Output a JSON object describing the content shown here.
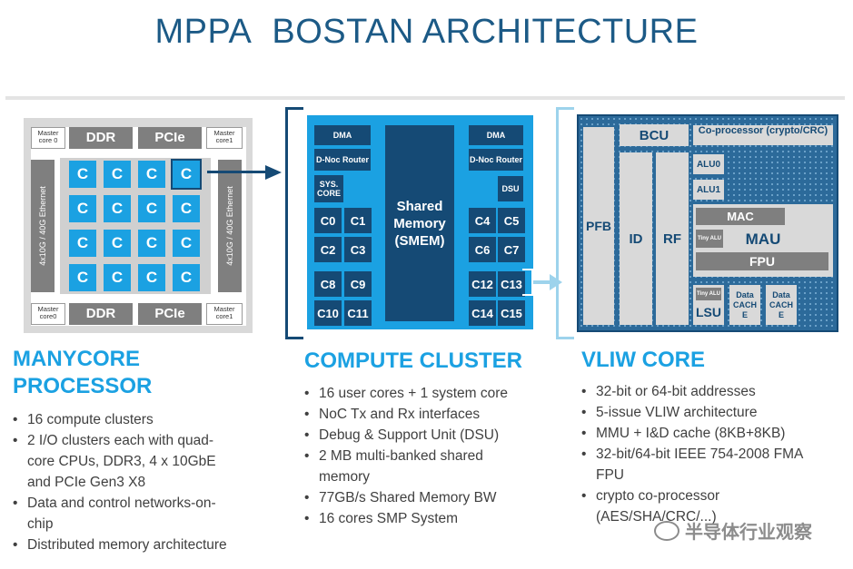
{
  "title": {
    "part1": "MPPA",
    "part2": "BOSTAN ARCHITECTURE"
  },
  "manycore": {
    "master_tl": "Master core 0",
    "master_tr": "Master core1",
    "master_bl": "Master core0",
    "master_br": "Master core1",
    "ddr_top": "DDR",
    "pcie_top": "PCIe",
    "ddr_bottom": "DDR",
    "pcie_bottom": "PCIe",
    "eth_left": "4x10G / 40G Ethernet",
    "eth_right": "4x10G / 40G Ethernet",
    "core_label": "C",
    "heading": [
      "MANYCORE",
      "PROCESSOR"
    ],
    "bullets": [
      [
        "16 compute clusters"
      ],
      [
        "2 I/O clusters each with quad-",
        "core CPUs, DDR3, 4 x 10GbE",
        "and PCIe Gen3 X8"
      ],
      [
        "Data and control networks-on-",
        "chip"
      ],
      [
        "Distributed memory  architecture"
      ]
    ]
  },
  "cluster": {
    "dma_left": "DMA",
    "dma_right": "DMA",
    "noc_left": "D-Noc Router",
    "noc_right": "D-Noc Router",
    "sys_core": "SYS. CORE",
    "dsu": "DSU",
    "shared_memory": [
      "Shared",
      "Memory",
      "(SMEM)"
    ],
    "cores_left": [
      "C0",
      "C1",
      "C2",
      "C3",
      "C8",
      "C9",
      "C10",
      "C11"
    ],
    "cores_right": [
      "C4",
      "C5",
      "C6",
      "C7",
      "C12",
      "C13",
      "C14",
      "C15"
    ],
    "heading": "COMPUTE CLUSTER",
    "bullets": [
      [
        "16 user cores + 1 system core"
      ],
      [
        "NoC Tx and Rx interfaces"
      ],
      [
        "Debug & Support Unit (DSU)"
      ],
      [
        "2 MB multi-banked shared",
        "memory"
      ],
      [
        "77GB/s Shared Memory BW"
      ],
      [
        "16 cores SMP System"
      ]
    ]
  },
  "vliw": {
    "pfb": "PFB",
    "bcu": "BCU",
    "coproc": "Co-processor (crypto/CRC)",
    "id": "ID",
    "rf": "RF",
    "alu0": "ALU0",
    "alu1": "ALU1",
    "mac": "MAC",
    "tiny_alu_mau": "Tiny ALU",
    "mau": "MAU",
    "fpu": "FPU",
    "tiny_alu_lsu": "Tiny ALU",
    "lsu": "LSU",
    "data_cache_1": "Data CACH E",
    "data_cache_2": "Data CACH E",
    "heading": "VLIW CORE",
    "bullets": [
      [
        "32-bit or 64-bit addresses"
      ],
      [
        "5-issue VLIW architecture"
      ],
      [
        "MMU + I&D cache (8KB+8KB)"
      ],
      [
        "32-bit/64-bit IEEE 754-2008 FMA",
        "FPU"
      ],
      [
        "crypto co-processor",
        "(AES/SHA/CRC/...)"
      ]
    ]
  },
  "watermark": "半导体行业观察",
  "colors": {
    "dark_blue": "#154a75",
    "light_blue": "#1ba1e2",
    "pale_blue": "#9dd3ec",
    "gray": "#7f7f7f",
    "light_gray": "#d9d9d9"
  }
}
